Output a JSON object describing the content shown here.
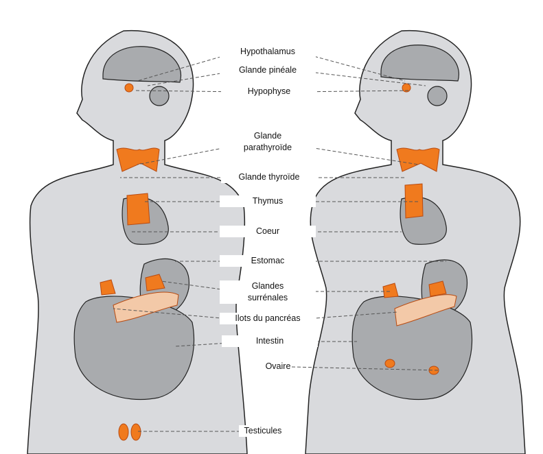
{
  "labels": {
    "hypothalamus": "Hypothalamus",
    "pineal": "Glande pinéale",
    "hypophyse": "Hypophyse",
    "parathyroid_1": "Glande",
    "parathyroid_2": "parathyroïde",
    "thyroid": "Glande thyroïde",
    "thymus": "Thymus",
    "heart": "Coeur",
    "stomach": "Estomac",
    "adrenal_1": "Glandes",
    "adrenal_2": "surrénales",
    "pancreas": "Ilots du pancréas",
    "intestine": "Intestin",
    "ovary": "Ovaire",
    "testicles": "Testicules"
  },
  "colors": {
    "body": "#d9dadd",
    "organ": "#a9abae",
    "gland": "#f07a1e",
    "outline": "#222222"
  }
}
